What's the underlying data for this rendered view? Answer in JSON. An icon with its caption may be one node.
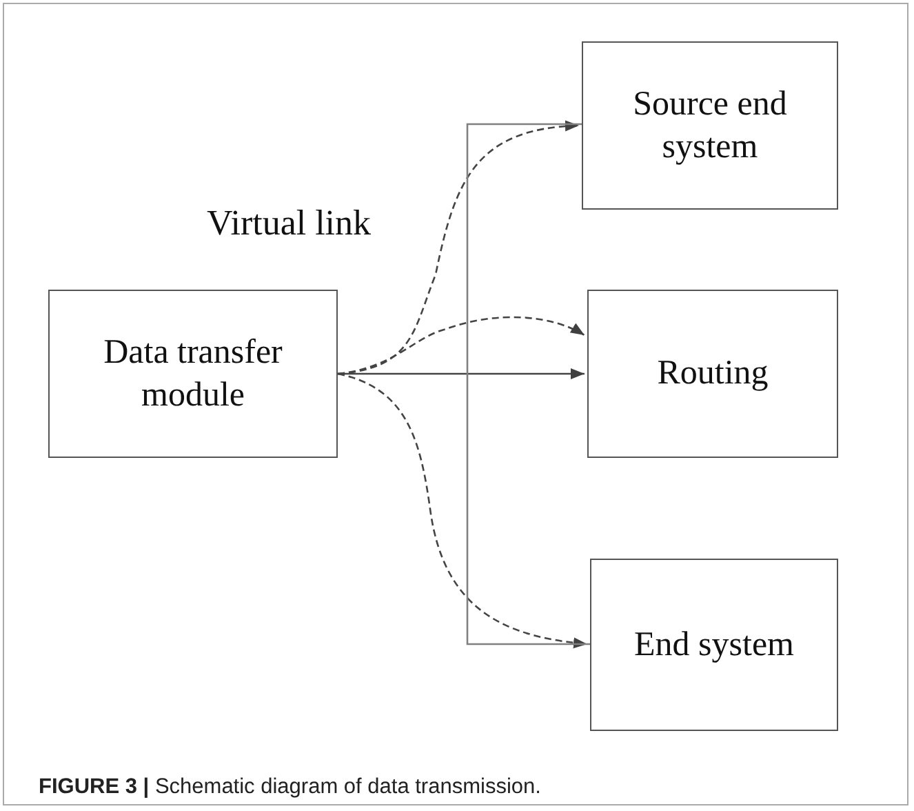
{
  "diagram": {
    "caption": "**FIGURE 3 |** Schematic diagram of data transmission.",
    "nodes": [
      {
        "text": [
          "Data transfer module"
        ]
      },
      {
        "text": [
          "Source end system"
        ]
      },
      {
        "text": [
          "Routing"
        ]
      },
      {
        "text": [
          "End system"
        ]
      }
    ],
    "edges": [
      {
        "from": 0,
        "to": 1,
        "arrow": "to",
        "style": "dashed"
      },
      {
        "from": 0,
        "to": 2,
        "arrow": "to",
        "style": "dashed"
      },
      {
        "from": 0,
        "to": 2,
        "arrow": "to"
      },
      {
        "from": 0,
        "to": 3,
        "arrow": "to",
        "style": "dashed"
      },
      {
        "from": 1,
        "to": 3,
        "arrow": "none",
        "color": "#808080"
      }
    ],
    "labels": [
      "Virtual link"
    ]
  }
}
